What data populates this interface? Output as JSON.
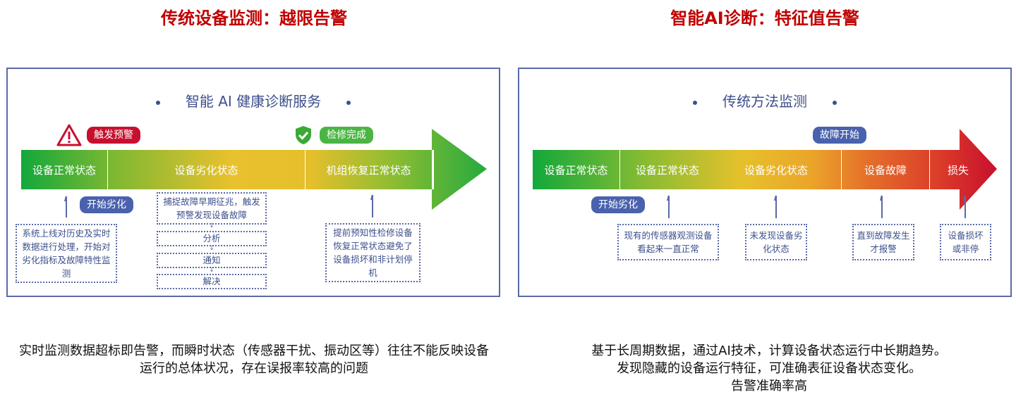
{
  "headings": {
    "left": "传统设备监测：越限告警",
    "right": "智能AI诊断：特征值告警"
  },
  "left_panel": {
    "title": "智能 AI 健康诊断服务",
    "badges": {
      "warning": "触发预警",
      "done": "检修完成",
      "start": "开始劣化"
    },
    "segments": [
      "设备正常状态",
      "设备劣化状态",
      "机组恢复正常状态"
    ],
    "boxes": {
      "system": "系统上线对历史及实时数据进行处理，开始对劣化指标及故障特性监测",
      "capture": "捕捉故障早期征兆，触发预警发现设备故障",
      "steps": [
        "分析",
        "通知",
        "解决"
      ],
      "repair": "提前预知性检修设备恢复正常状态避免了设备损坏和非计划停机"
    }
  },
  "right_panel": {
    "title": "传统方法监测",
    "badges": {
      "fault_start": "故障开始",
      "start": "开始劣化"
    },
    "segments": [
      "设备正常状态",
      "设备正常状态",
      "设备劣化状态",
      "设备故障",
      "损失"
    ],
    "boxes": [
      "现有的传感器观测设备看起来一直正常",
      "未发现设备劣化状态",
      "直到故障发生才报警",
      "设备损坏或非停"
    ]
  },
  "captions": {
    "left": "实时监测数据超标即告警，而瞬时状态（传感器干扰、振动区等）往往不能反映设备运行的总体状况，存在误报率较高的问题",
    "right": [
      "基于长周期数据，通过AI技术，计算设备状态运行中长期趋势。",
      "发现隐藏的设备运行特征，可准确表征设备状态变化。",
      "告警准确率高"
    ]
  },
  "colors": {
    "heading": "#c00000",
    "border": "#5a6aa8",
    "badge_blue": "#4a62ad",
    "badge_red": "#c8102e",
    "badge_green": "#4bb543"
  }
}
